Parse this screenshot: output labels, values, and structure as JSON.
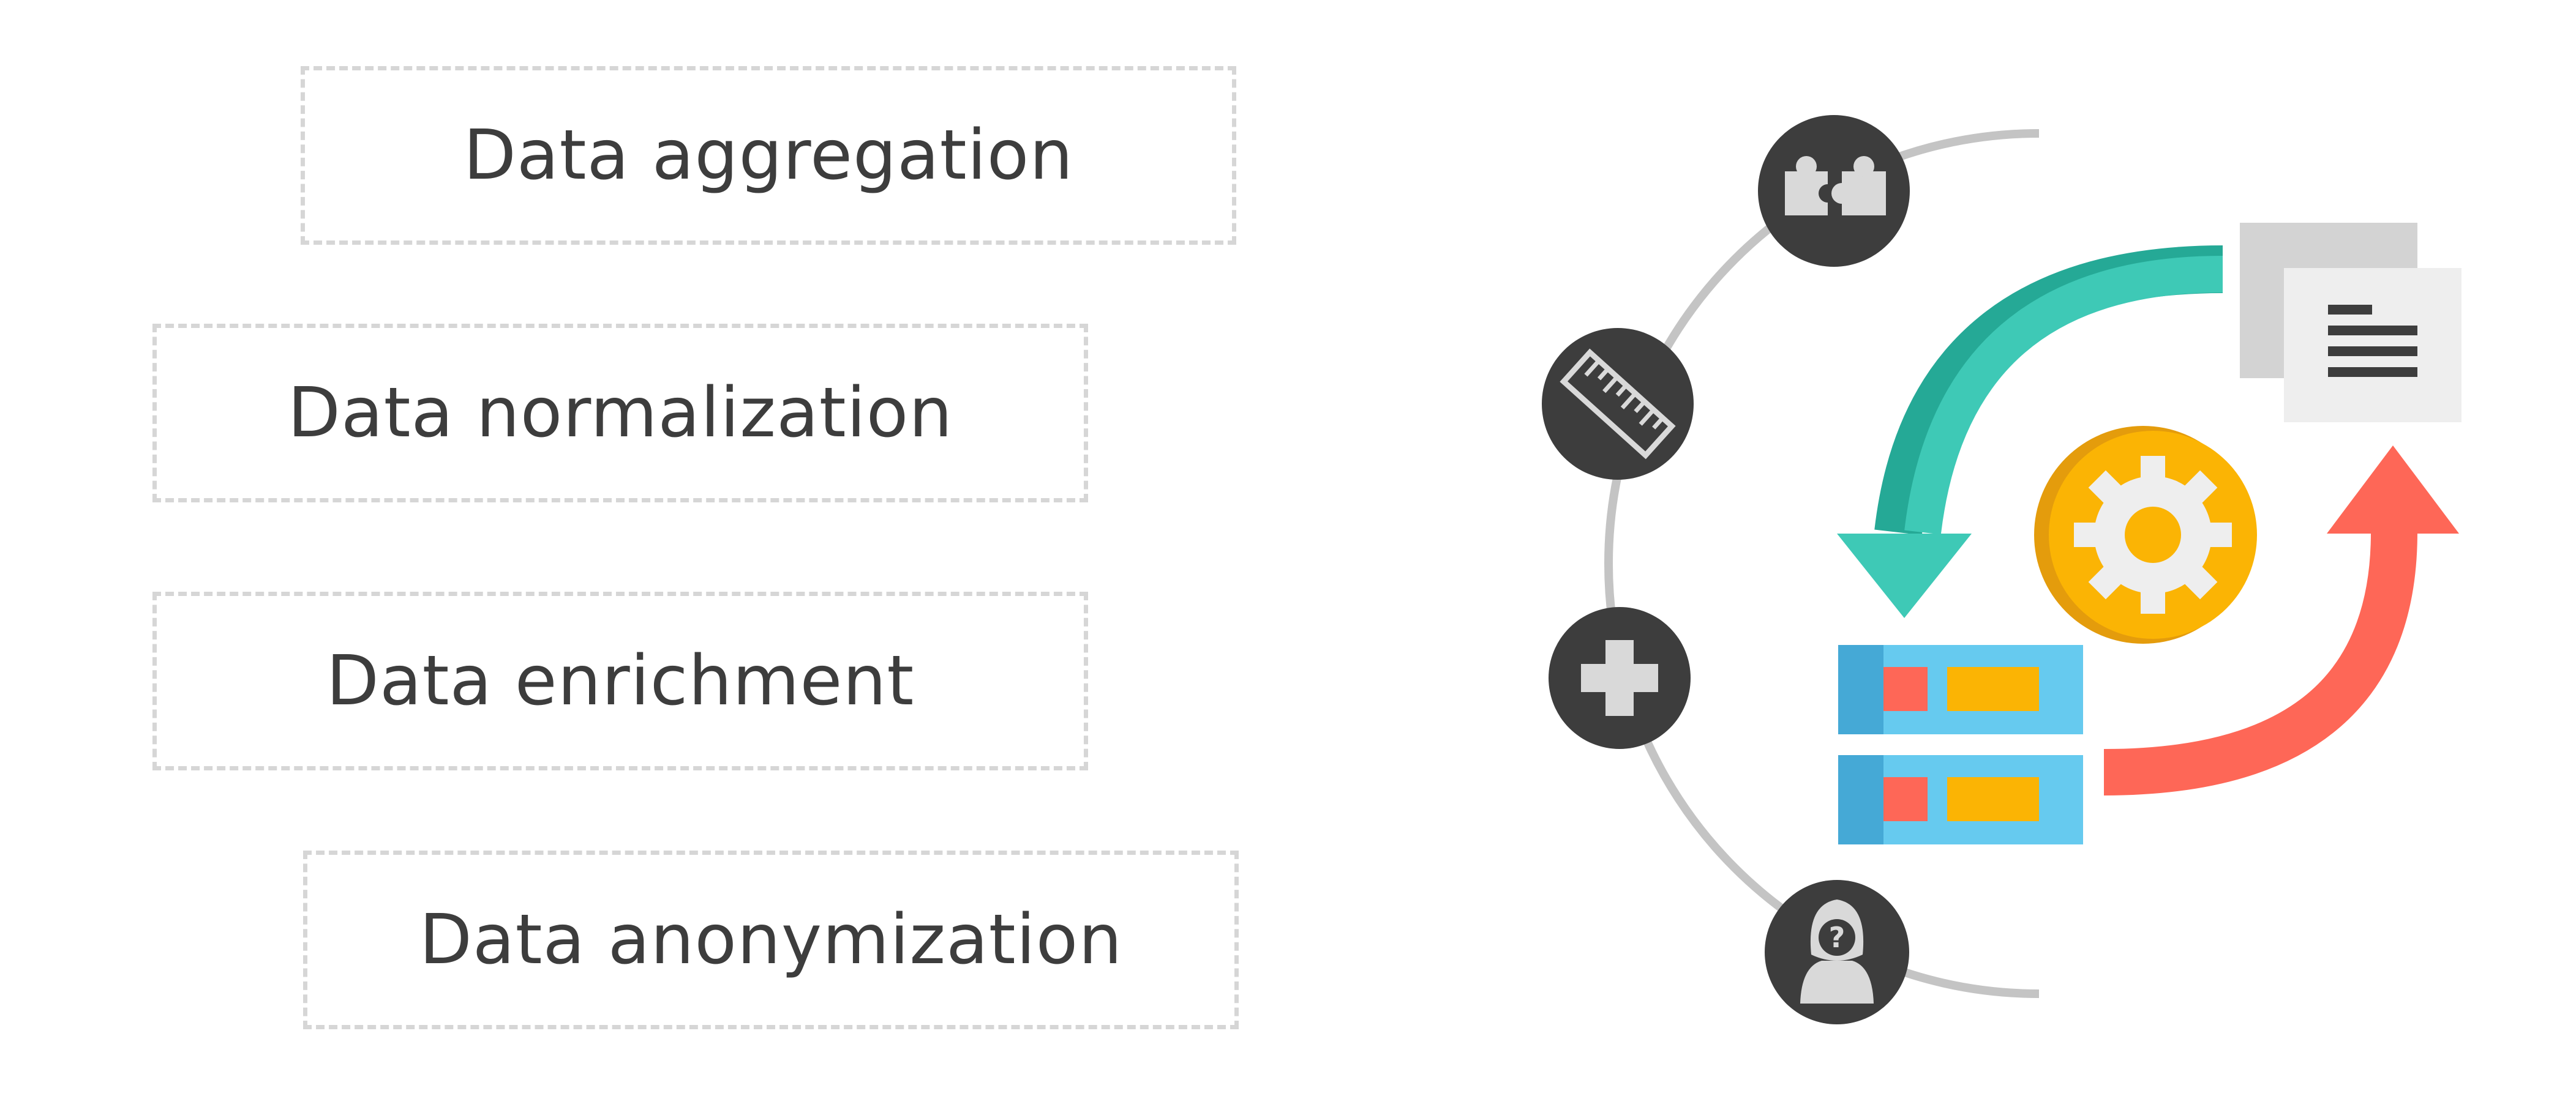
{
  "steps": [
    {
      "label": "Data aggregation"
    },
    {
      "label": "Data normalization"
    },
    {
      "label": "Data enrichment"
    },
    {
      "label": "Data anonymization"
    }
  ],
  "icons": {
    "step_icons": [
      "puzzle-icon",
      "ruler-icon",
      "plus-icon",
      "anonymous-user-icon"
    ],
    "cycle_icons": [
      "document-stack-icon",
      "gear-icon",
      "server-rack-icon"
    ]
  },
  "colors": {
    "text": "#3d3d3d",
    "box_border": "#d6d6d6",
    "arc": "#c4c4c4",
    "icon_circle": "#3d3d3d",
    "icon_glyph": "#d9d9d9",
    "teal": "#3ec9b6",
    "teal_dark": "#25a996",
    "coral": "#fe6757",
    "gold": "#fbb404",
    "gold_dark": "#e49c0c",
    "server_blue": "#66caef",
    "server_blue_dark": "#45a9d6",
    "doc_back": "#d3d3d3",
    "doc_front": "#eeeeee",
    "doc_lines": "#3d3d3d"
  }
}
